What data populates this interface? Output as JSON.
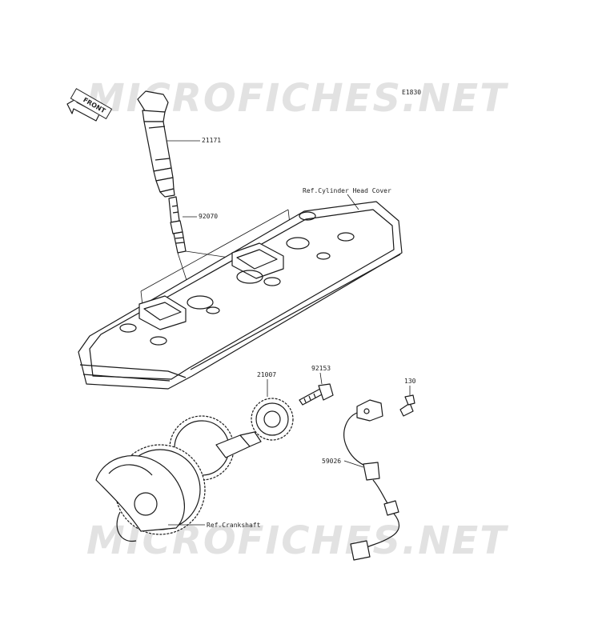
{
  "watermark": "MICROFICHES.NET",
  "diagram_code": "E1830",
  "front_label": "FRONT",
  "parts": {
    "ignition_coil": "21171",
    "spark_plug": "92070",
    "head_cover_ref": "Ref.Cylinder Head Cover",
    "timing_rotor": "21007",
    "bolt": "92153",
    "sensor_bolt": "130",
    "crank_sensor": "59026",
    "crankshaft_ref": "Ref.Crankshaft"
  }
}
